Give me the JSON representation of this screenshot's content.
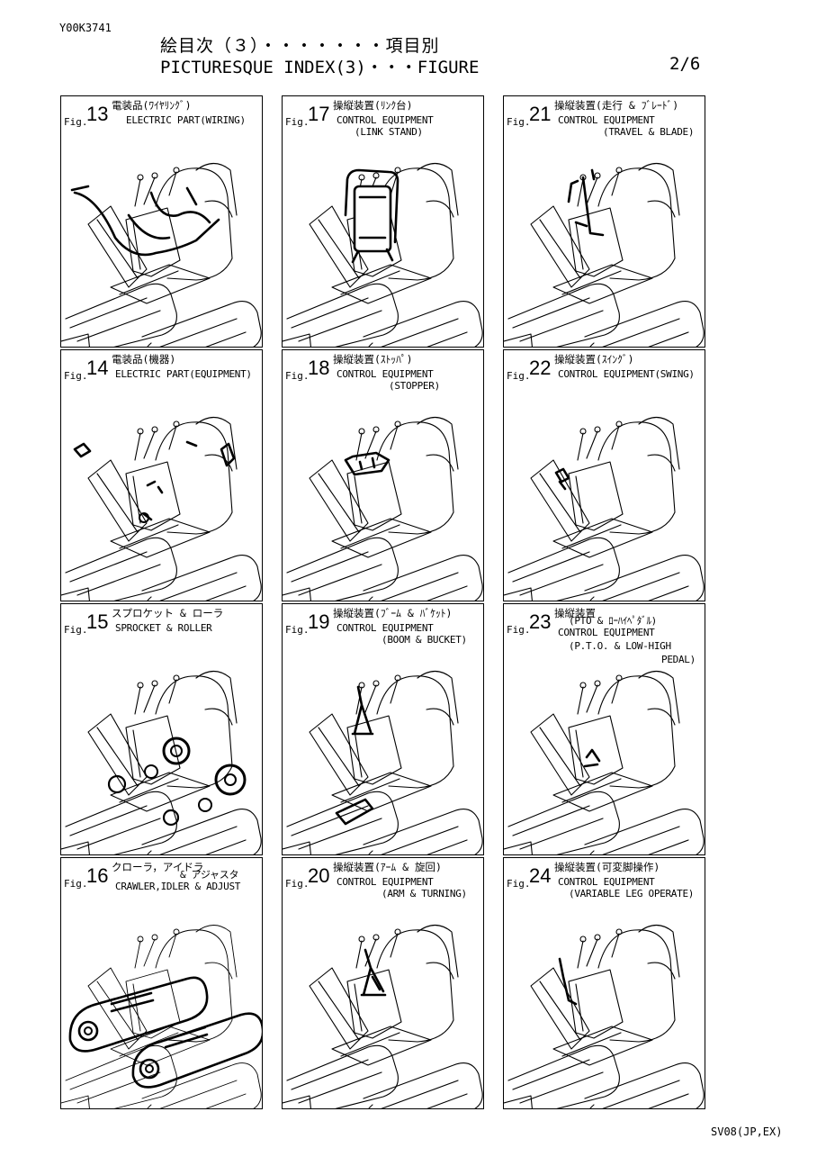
{
  "doc_id": "Y00K3741",
  "title_jp": "絵目次（３）・・・・・・・項目別",
  "title_en": "PICTURESQUE INDEX(3)・・・FIGURE",
  "page": "2/6",
  "footer": "SV08(JP,EX)",
  "fig_label": "Fig.",
  "cells": [
    {
      "num": "13",
      "jp": "電装品(ﾜｲﾔﾘﾝｸﾞ)",
      "en": [
        "ELECTRIC PART(WIRING)"
      ],
      "part": "wiring"
    },
    {
      "num": "17",
      "jp": "操縦装置(ﾘﾝｸ台)",
      "en": [
        "CONTROL EQUIPMENT",
        "(LINK STAND)"
      ],
      "part": "link"
    },
    {
      "num": "21",
      "jp": "操縦装置(走行 & ﾌﾞﾚｰﾄﾞ)",
      "en": [
        "CONTROL EQUIPMENT",
        "(TRAVEL & BLADE)"
      ],
      "part": "travel"
    },
    {
      "num": "14",
      "jp": "電装品(機器)",
      "en": [
        "ELECTRIC PART(EQUIPMENT)"
      ],
      "part": "equip"
    },
    {
      "num": "18",
      "jp": "操縦装置(ｽﾄｯﾊﾟ)",
      "en": [
        "CONTROL EQUIPMENT",
        "(STOPPER)"
      ],
      "part": "stopper"
    },
    {
      "num": "22",
      "jp": "操縦装置(ｽｲﾝｸﾞ)",
      "en": [
        "CONTROL EQUIPMENT(SWING)"
      ],
      "part": "swing"
    },
    {
      "num": "15",
      "jp": "スプロケット & ローラ",
      "en": [
        "SPROCKET & ROLLER"
      ],
      "part": "sprocket"
    },
    {
      "num": "19",
      "jp": "操縦装置(ﾌﾞｰﾑ & ﾊﾞｹｯﾄ)",
      "en": [
        "CONTROL EQUIPMENT",
        "(BOOM & BUCKET)"
      ],
      "part": "boom"
    },
    {
      "num": "23",
      "jp": "操縦装置",
      "en": [
        "(PTO & ﾛｰﾊｲﾍﾟﾀﾞﾙ)",
        "CONTROL EQUIPMENT",
        "(P.T.O. & LOW-HIGH",
        "PEDAL)"
      ],
      "part": "pto"
    },
    {
      "num": "16",
      "jp": "クローラ，アイドラ",
      "en": [
        "& アジャスタ",
        "CRAWLER,IDLER & ADJUST"
      ],
      "part": "crawler"
    },
    {
      "num": "20",
      "jp": "操縦装置(ｱｰﾑ & 旋回)",
      "en": [
        "CONTROL EQUIPMENT",
        "(ARM & TURNING)"
      ],
      "part": "arm"
    },
    {
      "num": "24",
      "jp": "操縦装置(可変脚操作)",
      "en": [
        "CONTROL EQUIPMENT",
        "(VARIABLE LEG OPERATE)"
      ],
      "part": "leg"
    }
  ]
}
